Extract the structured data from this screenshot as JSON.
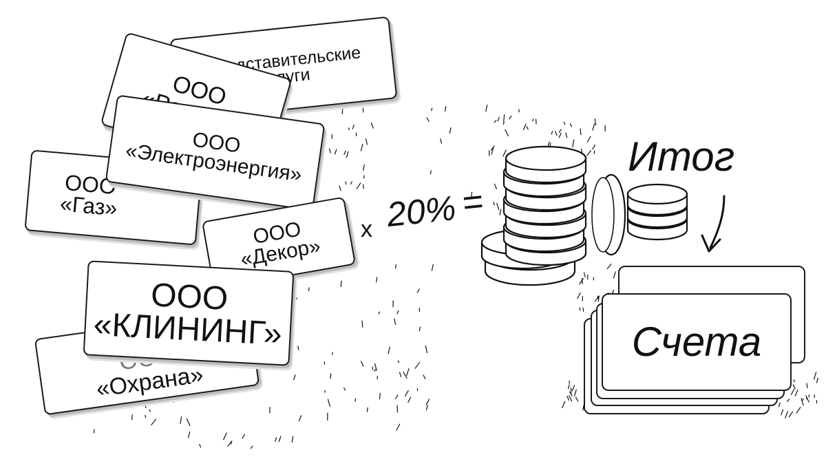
{
  "cards": [
    {
      "id": "predstavitelskie",
      "lines": [
        "Представительские",
        "услуги"
      ]
    },
    {
      "id": "remont",
      "lines": [
        "ООО",
        "«Ремонт»"
      ]
    },
    {
      "id": "gaz",
      "lines": [
        "ООО",
        "«Газ»"
      ]
    },
    {
      "id": "elektroenergiya",
      "lines": [
        "ООО",
        "«Электроэнергия»"
      ]
    },
    {
      "id": "dekor",
      "lines": [
        "ООО",
        "«Декор»"
      ]
    },
    {
      "id": "ohrana",
      "lines": [
        "ООО",
        "«Охрана»"
      ]
    },
    {
      "id": "klining",
      "lines": [
        "ООО",
        "«КЛИНИНГ»"
      ]
    }
  ],
  "formula": {
    "times": "x",
    "percent": "20%",
    "equals": "="
  },
  "result": {
    "label": "Итог",
    "bills_label": "Счета"
  },
  "colors": {
    "ink": "#111111",
    "paper": "#ffffff",
    "shadow": "#bdbdbd"
  }
}
